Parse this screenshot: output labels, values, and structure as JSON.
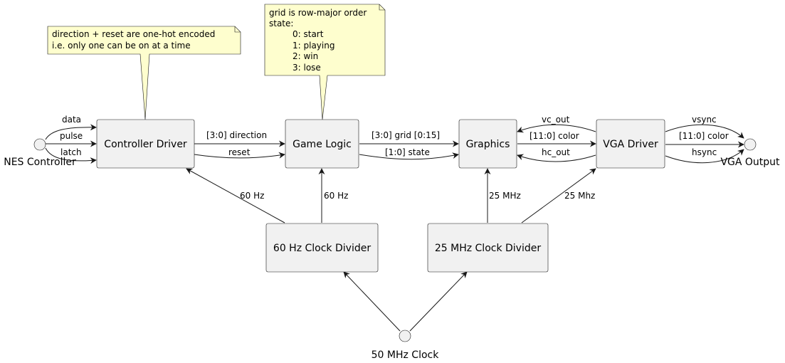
{
  "nodes": {
    "controller_driver": "Controller Driver",
    "game_logic": "Game Logic",
    "graphics": "Graphics",
    "vga_driver": "VGA Driver",
    "clk60": "60 Hz Clock Divider",
    "clk25": "25 MHz Clock Divider"
  },
  "interfaces": {
    "nes": "NES Controller",
    "vga": "VGA Output",
    "clk50": "50 MHz Clock"
  },
  "edges": {
    "data": "data",
    "pulse": "pulse",
    "latch": "latch",
    "direction": "[3:0] direction",
    "reset": "reset",
    "grid": "[3:0] grid [0:15]",
    "state": "[1:0] state",
    "vc_out": "vc_out",
    "color": "[11:0] color",
    "hc_out": "hc_out",
    "vsync": "vsync",
    "vga_color": "[11:0] color",
    "hsync": "hsync",
    "hz60_a": "60 Hz",
    "hz60_b": "60 Hz",
    "mhz25_a": "25 MHz",
    "mhz25_b": "25 Mhz"
  },
  "notes": {
    "controller": [
      "direction + reset are one-hot encoded",
      "i.e. only one can be on at a time"
    ],
    "game": [
      "grid is row-major order",
      "state:",
      "0: start",
      "1: playing",
      "2: win",
      "3: lose"
    ]
  }
}
